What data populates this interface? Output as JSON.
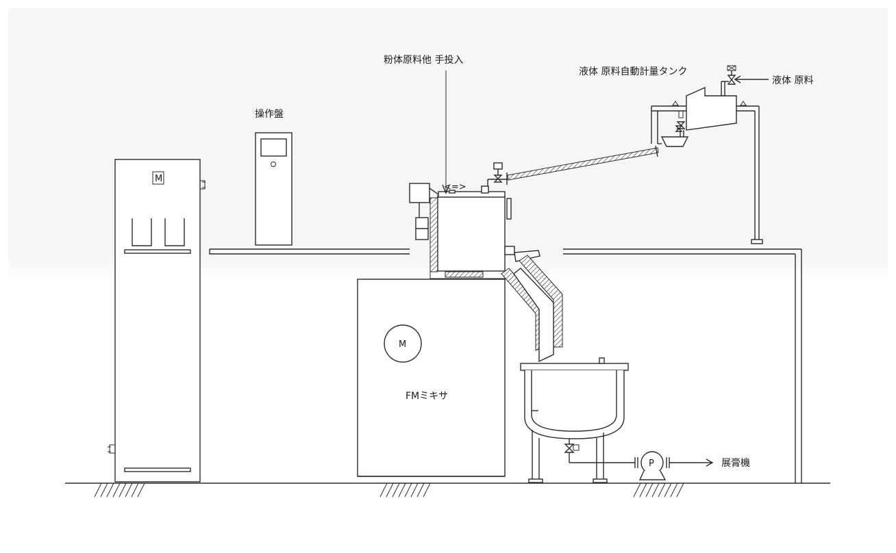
{
  "labels": {
    "powder_input": "粉体原料他 手投入",
    "liquid_tank": "液体 原料自動計量タンク",
    "liquid_raw": "液体 原料",
    "control_panel": "操作盤",
    "mixer": "FMミキサ",
    "spreader": "展膏機"
  },
  "symbols": {
    "motor_cabinet": "M",
    "motor_mixer": "M",
    "pump": "P"
  }
}
